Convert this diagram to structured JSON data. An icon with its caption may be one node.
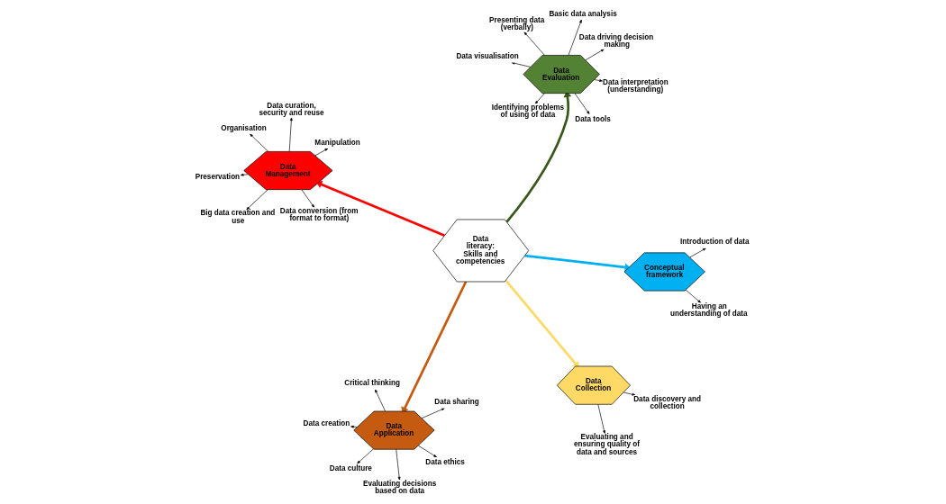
{
  "diagram": {
    "nodes": [
      {
        "text": [
          "Data literacy: Skills and competencies"
        ]
      },
      {
        "text": [
          "Data Application"
        ]
      },
      {
        "text": [
          "Evaluating decisions based on data"
        ]
      },
      {
        "text": [
          "Critical thinking"
        ]
      },
      {
        "text": [
          "Data sharing"
        ]
      },
      {
        "text": [
          "Data creation"
        ]
      },
      {
        "text": [
          "Data culture"
        ]
      },
      {
        "text": [
          "Data ethics"
        ]
      },
      {
        "text": [
          "Data Collection"
        ]
      },
      {
        "text": [
          "Data discovery and collection"
        ]
      },
      {
        "text": [
          "Evaluating and ensuring quality of data and sources"
        ]
      },
      {
        "text": [
          "Conceptual framework"
        ]
      },
      {
        "text": [
          "Having an understanding of data"
        ]
      },
      {
        "text": [
          "Introduction of data"
        ]
      },
      {
        "text": [
          "Data Management"
        ]
      },
      {
        "text": [
          "Data conversion (from format to format)"
        ]
      },
      {
        "text": [
          "Manipulation"
        ]
      },
      {
        "text": [
          "Data curation, security and reuse"
        ]
      },
      {
        "text": [
          "Organisation"
        ]
      },
      {
        "text": [
          "Preservation"
        ]
      },
      {
        "text": [
          "Big data creation and use"
        ]
      },
      {
        "text": [
          "Data Evaluation"
        ]
      },
      {
        "text": [
          "Data driving decision making"
        ]
      },
      {
        "text": [
          "Basic data analysis"
        ]
      },
      {
        "text": [
          "Presenting data (verbally)"
        ]
      },
      {
        "text": [
          "Data tools"
        ]
      },
      {
        "text": [
          "Data interpretation (understanding)"
        ]
      },
      {
        "text": [
          "Data visualisation"
        ]
      },
      {
        "text": [
          "Identifying problems of using of data"
        ]
      }
    ],
    "edges": [
      {
        "from": 0,
        "to": 1,
        "arrow": "to",
        "style": "thick",
        "color": "#c55a11"
      },
      {
        "from": 0,
        "to": 8,
        "arrow": "to",
        "style": "thick",
        "color": "#ffd966"
      },
      {
        "from": 0,
        "to": 11,
        "arrow": "to",
        "style": "thick",
        "color": "#00b0f0"
      },
      {
        "from": 0,
        "to": 14,
        "arrow": "to",
        "style": "thick",
        "color": "#ff0000"
      },
      {
        "from": 0,
        "to": 21,
        "arrow": "to",
        "style": "thick",
        "color": "#38571a"
      },
      {
        "from": 1,
        "to": 2,
        "arrow": "to"
      },
      {
        "from": 1,
        "to": 3,
        "arrow": "to"
      },
      {
        "from": 1,
        "to": 4,
        "arrow": "to"
      },
      {
        "from": 1,
        "to": 5,
        "arrow": "to"
      },
      {
        "from": 1,
        "to": 6,
        "arrow": "to"
      },
      {
        "from": 1,
        "to": 7,
        "arrow": "to"
      },
      {
        "from": 8,
        "to": 9,
        "arrow": "to"
      },
      {
        "from": 8,
        "to": 10,
        "arrow": "to"
      },
      {
        "from": 11,
        "to": 12,
        "arrow": "to"
      },
      {
        "from": 11,
        "to": 13,
        "arrow": "to"
      },
      {
        "from": 14,
        "to": 15,
        "arrow": "to"
      },
      {
        "from": 14,
        "to": 16,
        "arrow": "to"
      },
      {
        "from": 14,
        "to": 17,
        "arrow": "to"
      },
      {
        "from": 14,
        "to": 18,
        "arrow": "to"
      },
      {
        "from": 14,
        "to": 19,
        "arrow": "to"
      },
      {
        "from": 14,
        "to": 20,
        "arrow": "to"
      },
      {
        "from": 21,
        "to": 22,
        "arrow": "to"
      },
      {
        "from": 21,
        "to": 23,
        "arrow": "to"
      },
      {
        "from": 21,
        "to": 24,
        "arrow": "to"
      },
      {
        "from": 21,
        "to": 25,
        "arrow": "to"
      },
      {
        "from": 21,
        "to": 26,
        "arrow": "to"
      },
      {
        "from": 21,
        "to": 27,
        "arrow": "to"
      },
      {
        "from": 21,
        "to": 28,
        "arrow": "to"
      }
    ]
  }
}
